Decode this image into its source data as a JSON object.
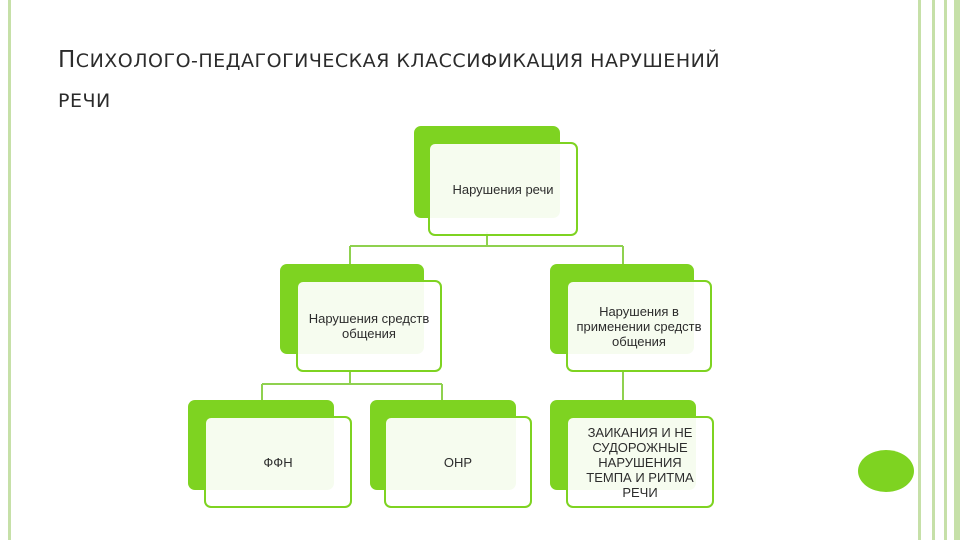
{
  "title": {
    "first_letter": "П",
    "rest_line1": "СИХОЛОГО-ПЕДАГОГИЧЕСКАЯ КЛАССИФИКАЦИЯ НАРУШЕНИЙ",
    "line2": "РЕЧИ"
  },
  "diagram": {
    "root": "Нарушения речи",
    "left": "Нарушения средств общения",
    "right": "Нарушения в применении средств общения",
    "leaf_ffn": "ФФН",
    "leaf_onr": "ОНР",
    "leaf_right": "ЗАИКАНИЯ И НЕ СУДОРОЖНЫЕ НАРУШЕНИЯ ТЕМПА И РИТМА РЕЧИ"
  },
  "colors": {
    "accent": "#7ed321",
    "frame": "#c6e0a8",
    "connector": "#8fd14f"
  }
}
